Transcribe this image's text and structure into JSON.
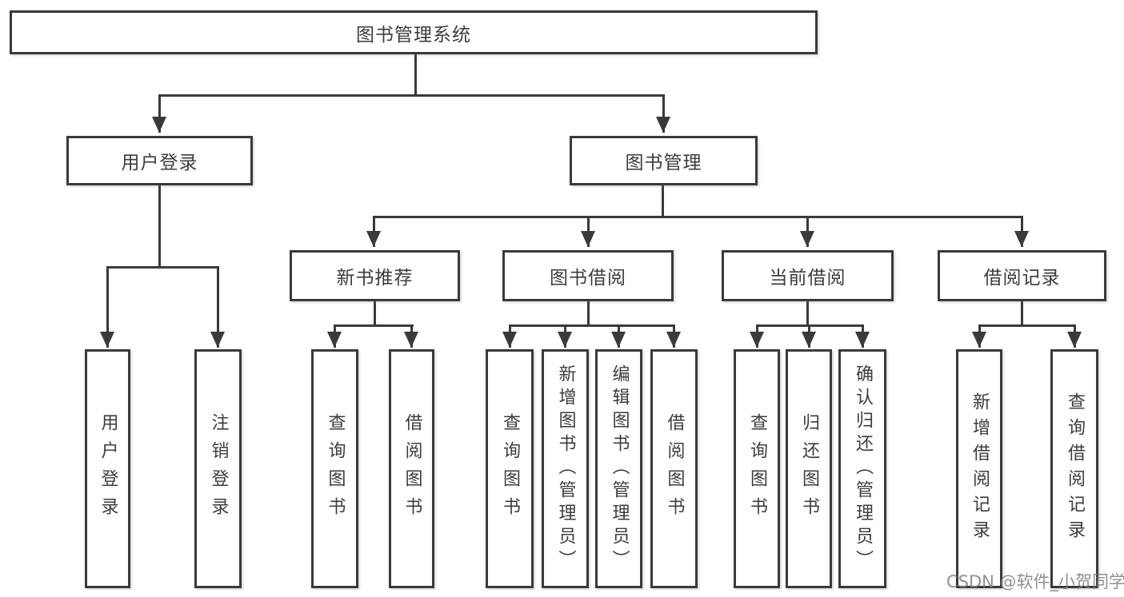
{
  "nodes": {
    "root": "图书管理系统",
    "user_login": "用户登录",
    "book_mgmt": "图书管理",
    "new_books": "新书推荐",
    "book_borrow": "图书借阅",
    "current_borrow": "当前借阅",
    "borrow_records": "借阅记录",
    "leaf_user_login": "用户登录",
    "leaf_logout": "注销登录",
    "leaf_nb_query": "查询图书",
    "leaf_nb_borrow": "借阅图书",
    "leaf_bb_query": "查询图书",
    "leaf_bb_add": "新增图书（管理员）",
    "leaf_bb_edit": "编辑图书（管理员）",
    "leaf_bb_borrow": "借阅图书",
    "leaf_cb_query": "查询图书",
    "leaf_cb_return": "归还图书",
    "leaf_cb_confirm": "确认归还（管理员）",
    "leaf_br_add": "新增借阅记录",
    "leaf_br_query": "查询借阅记录"
  },
  "watermark": "CSDN @软件_小贺同学",
  "colors": {
    "line": "#3a3a3a",
    "text": "#3d3d3d",
    "background": "#ffffff",
    "watermark": "#7d7d7d"
  }
}
